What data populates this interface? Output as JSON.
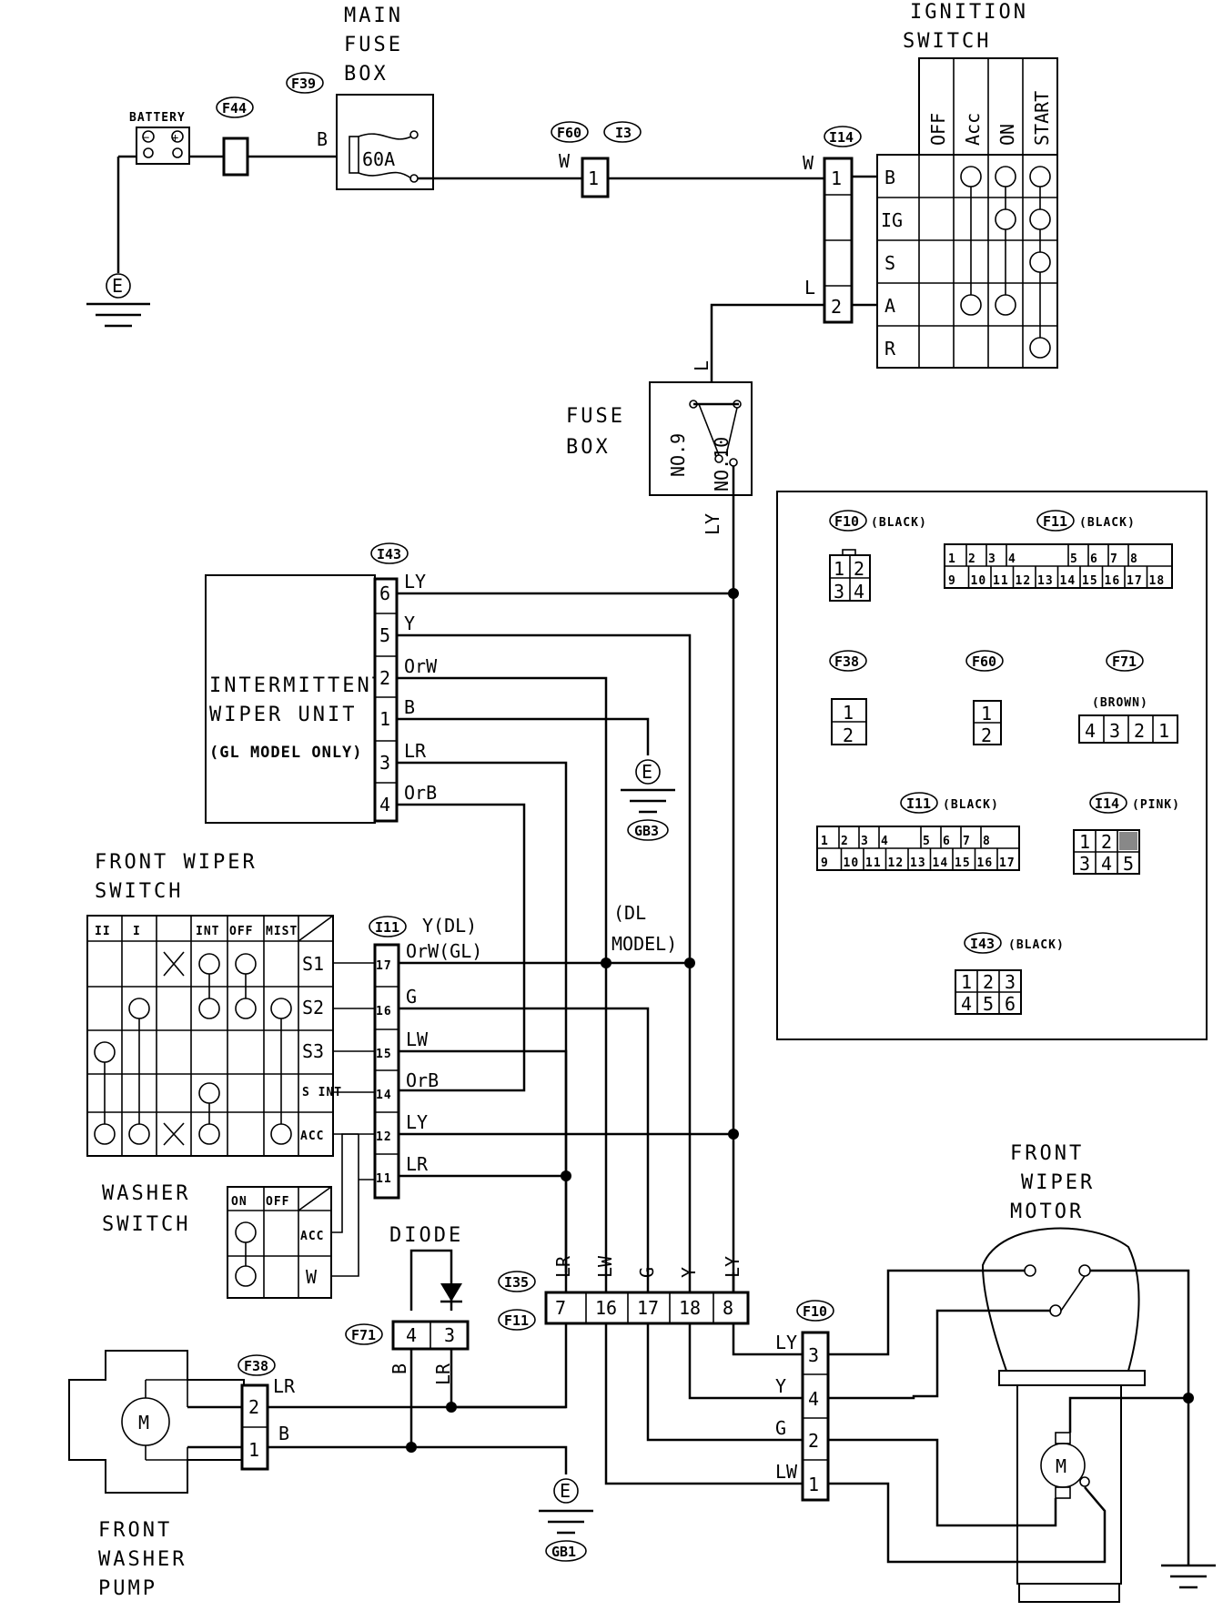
{
  "labels": {
    "main_fuse_box": [
      "MAIN",
      "FUSE",
      "BOX"
    ],
    "ignition_switch": [
      "IGNITION",
      "SWITCH"
    ],
    "battery": "BATTERY",
    "fuse_box": [
      "FUSE",
      "BOX"
    ],
    "intermittent_wiper_unit": [
      "INTERMITTENT",
      "WIPER UNIT",
      "(GL MODEL ONLY)"
    ],
    "front_wiper_switch": [
      "FRONT WIPER",
      "SWITCH"
    ],
    "washer_switch": [
      "WASHER",
      "SWITCH"
    ],
    "diode": "DIODE",
    "front_wiper_motor": [
      "FRONT",
      "WIPER",
      "MOTOR"
    ],
    "front_washer_pump": [
      "FRONT",
      "WASHER",
      "PUMP"
    ],
    "dl_model": [
      "(DL",
      "MODEL)"
    ],
    "fuse_60a": "60A",
    "fuse_no9": "NO.9",
    "fuse_no10": "NO.10",
    "ground": "E",
    "motor": "M"
  },
  "connector_tags": {
    "f44": "F44",
    "f39": "F39",
    "f60": "F60",
    "i3": "I3",
    "i14": "I14",
    "i43": "I43",
    "i11": "I11",
    "i35": "I35",
    "f11": "F11",
    "f71": "F71",
    "f38": "F38",
    "f10": "F10",
    "gb3": "GB3",
    "gb1": "GB1"
  },
  "ignition_switch": {
    "columns": [
      "OFF",
      "Acc",
      "ON",
      "START"
    ],
    "rows": [
      "B",
      "IG",
      "S",
      "A",
      "R"
    ]
  },
  "wiper_switch": {
    "columns": [
      "II",
      "I",
      "",
      "INT",
      "OFF",
      "MIST"
    ],
    "rows": [
      "S1",
      "S2",
      "S3",
      "S INT",
      "ACC"
    ]
  },
  "washer_switch": {
    "columns": [
      "ON",
      "OFF"
    ],
    "rows": [
      "ACC",
      "W"
    ]
  },
  "intermittent_pins": [
    {
      "pin": "6",
      "wire": "LY"
    },
    {
      "pin": "5",
      "wire": "Y"
    },
    {
      "pin": "2",
      "wire": "OrW"
    },
    {
      "pin": "1",
      "wire": "B"
    },
    {
      "pin": "3",
      "wire": "LR"
    },
    {
      "pin": "4",
      "wire": "OrB"
    }
  ],
  "wiper_switch_pins": [
    {
      "pin": "17",
      "wire": "OrW(GL)"
    },
    {
      "pin": "16",
      "wire": "G"
    },
    {
      "pin": "15",
      "wire": "LW"
    },
    {
      "pin": "14",
      "wire": "OrB"
    },
    {
      "pin": "12",
      "wire": "LY"
    },
    {
      "pin": "11",
      "wire": "LR"
    }
  ],
  "wiper_switch_dl_wire": "Y(DL)",
  "i35_pins": [
    "7",
    "16",
    "17",
    "18",
    "8"
  ],
  "i35_wires": [
    "LR",
    "LW",
    "G",
    "Y",
    "LY"
  ],
  "f10_pins": [
    {
      "pin": "3",
      "wire": "LY"
    },
    {
      "pin": "4",
      "wire": "Y"
    },
    {
      "pin": "2",
      "wire": "G"
    },
    {
      "pin": "1",
      "wire": "LW"
    }
  ],
  "f38_pins": [
    {
      "pin": "2",
      "wire": "LR"
    },
    {
      "pin": "1",
      "wire": "B"
    }
  ],
  "f71_pins": [
    {
      "pin": "4",
      "wire": "B"
    },
    {
      "pin": "3",
      "wire": "LR"
    }
  ],
  "i14_pins": [
    {
      "pin": "1",
      "wire": "W"
    },
    {
      "pin": "2",
      "wire": "L"
    }
  ],
  "wires": {
    "battery_out": "B",
    "f60_in": "W",
    "fuse_in": "L",
    "fuse_out": "LY"
  },
  "f60_pin": "1",
  "connector_views": [
    {
      "tag": "F10",
      "color": "(BLACK)"
    },
    {
      "tag": "F11",
      "color": "(BLACK)"
    },
    {
      "tag": "F38",
      "color": ""
    },
    {
      "tag": "F60",
      "color": ""
    },
    {
      "tag": "F71",
      "color": "(BROWN)"
    },
    {
      "tag": "I11",
      "color": "(BLACK)"
    },
    {
      "tag": "I14",
      "color": "(PINK)"
    },
    {
      "tag": "I43",
      "color": "(BLACK)"
    }
  ],
  "f11_top": [
    "1",
    "2",
    "3",
    "4",
    "5",
    "6",
    "7",
    "8"
  ],
  "f11_bottom": [
    "9",
    "10",
    "11",
    "12",
    "13",
    "14",
    "15",
    "16",
    "17",
    "18"
  ],
  "i11_top": [
    "1",
    "2",
    "3",
    "4",
    "5",
    "6",
    "7",
    "8"
  ],
  "i11_bottom": [
    "9",
    "10",
    "11",
    "12",
    "13",
    "14",
    "15",
    "16",
    "17"
  ],
  "f10_grid": [
    "1",
    "2",
    "3",
    "4"
  ],
  "f38_grid": [
    "1",
    "2"
  ],
  "f60_grid": [
    "1",
    "2"
  ],
  "f71_grid": [
    "4",
    "3",
    "2",
    "1"
  ],
  "i14_grid": [
    "1",
    "2",
    "3",
    "4",
    "5"
  ],
  "i43_grid": [
    "1",
    "2",
    "3",
    "4",
    "5",
    "6"
  ]
}
